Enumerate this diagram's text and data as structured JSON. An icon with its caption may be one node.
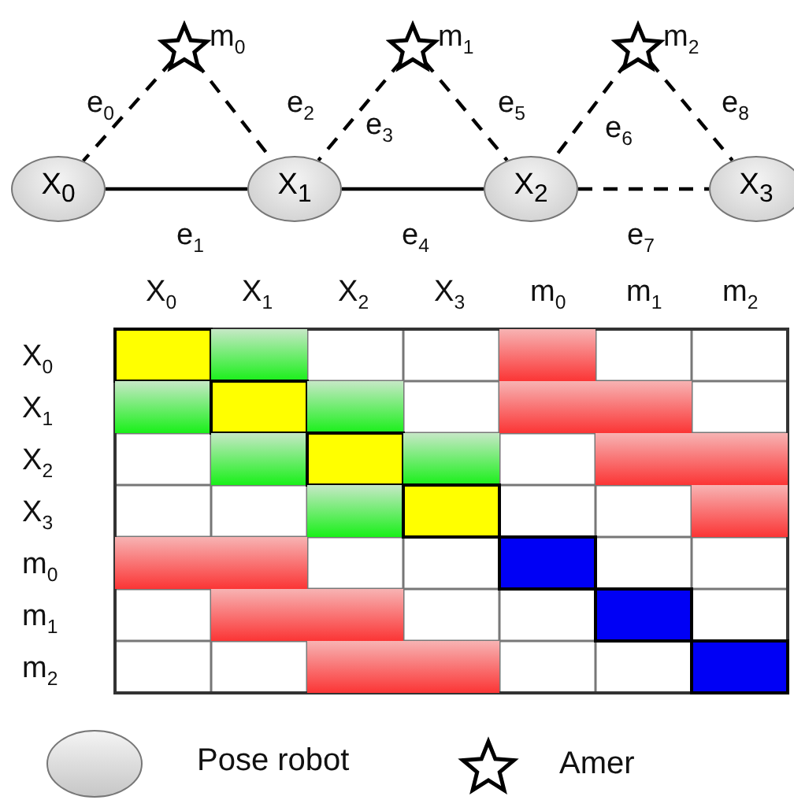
{
  "diagram": {
    "nodes": [
      {
        "text": [],
        "shape": "star",
        "beside": [
          "m$_{0}$"
        ]
      },
      {
        "text": [],
        "shape": "star",
        "beside": [
          "m$_{1}$"
        ]
      },
      {
        "text": [],
        "shape": "star",
        "beside": [
          "m$_{2}$"
        ]
      },
      {
        "text": [
          "X$_{0}$"
        ]
      },
      {
        "text": [
          "X$_{1}$"
        ]
      },
      {
        "text": [
          "X$_{2}$"
        ]
      },
      {
        "text": [
          "X$_{3}$"
        ]
      }
    ],
    "edges": [
      {
        "from": 0,
        "to": 3,
        "arrow": "none",
        "style": "dashed",
        "label": "e$_{0}$"
      },
      {
        "from": 3,
        "to": 4,
        "arrow": "none",
        "label": "e$_{1}$"
      },
      {
        "from": 0,
        "to": 4,
        "arrow": "none",
        "style": "dashed",
        "label": "e$_{2}$"
      },
      {
        "from": 1,
        "to": 4,
        "arrow": "none",
        "style": "dashed",
        "label": "e$_{3}$"
      },
      {
        "from": 4,
        "to": 5,
        "arrow": "none",
        "label": "e$_{4}$"
      },
      {
        "from": 1,
        "to": 5,
        "arrow": "none",
        "style": "dashed",
        "label": "e$_{5}$"
      },
      {
        "from": 2,
        "to": 5,
        "arrow": "none",
        "style": "dashed",
        "label": "e$_{6}$"
      },
      {
        "from": 5,
        "to": 6,
        "arrow": "none",
        "style": "dashed",
        "label": "e$_{7}$"
      },
      {
        "from": 2,
        "to": 6,
        "arrow": "none",
        "style": "dashed",
        "label": "e$_{8}$"
      }
    ],
    "labels": [
      "X$_{0}$",
      "X$_{1}$",
      "X$_{2}$",
      "X$_{3}$",
      "m$_{0}$",
      "m$_{1}$",
      "m$_{2}$",
      "X$_{0}$",
      "X$_{1}$",
      "X$_{2}$",
      "X$_{3}$",
      "m$_{0}$",
      "m$_{1}$",
      "m$_{2}$"
    ],
    "legend": [
      {
        "text": "Pose robot"
      },
      {
        "text": "Amer"
      }
    ]
  }
}
